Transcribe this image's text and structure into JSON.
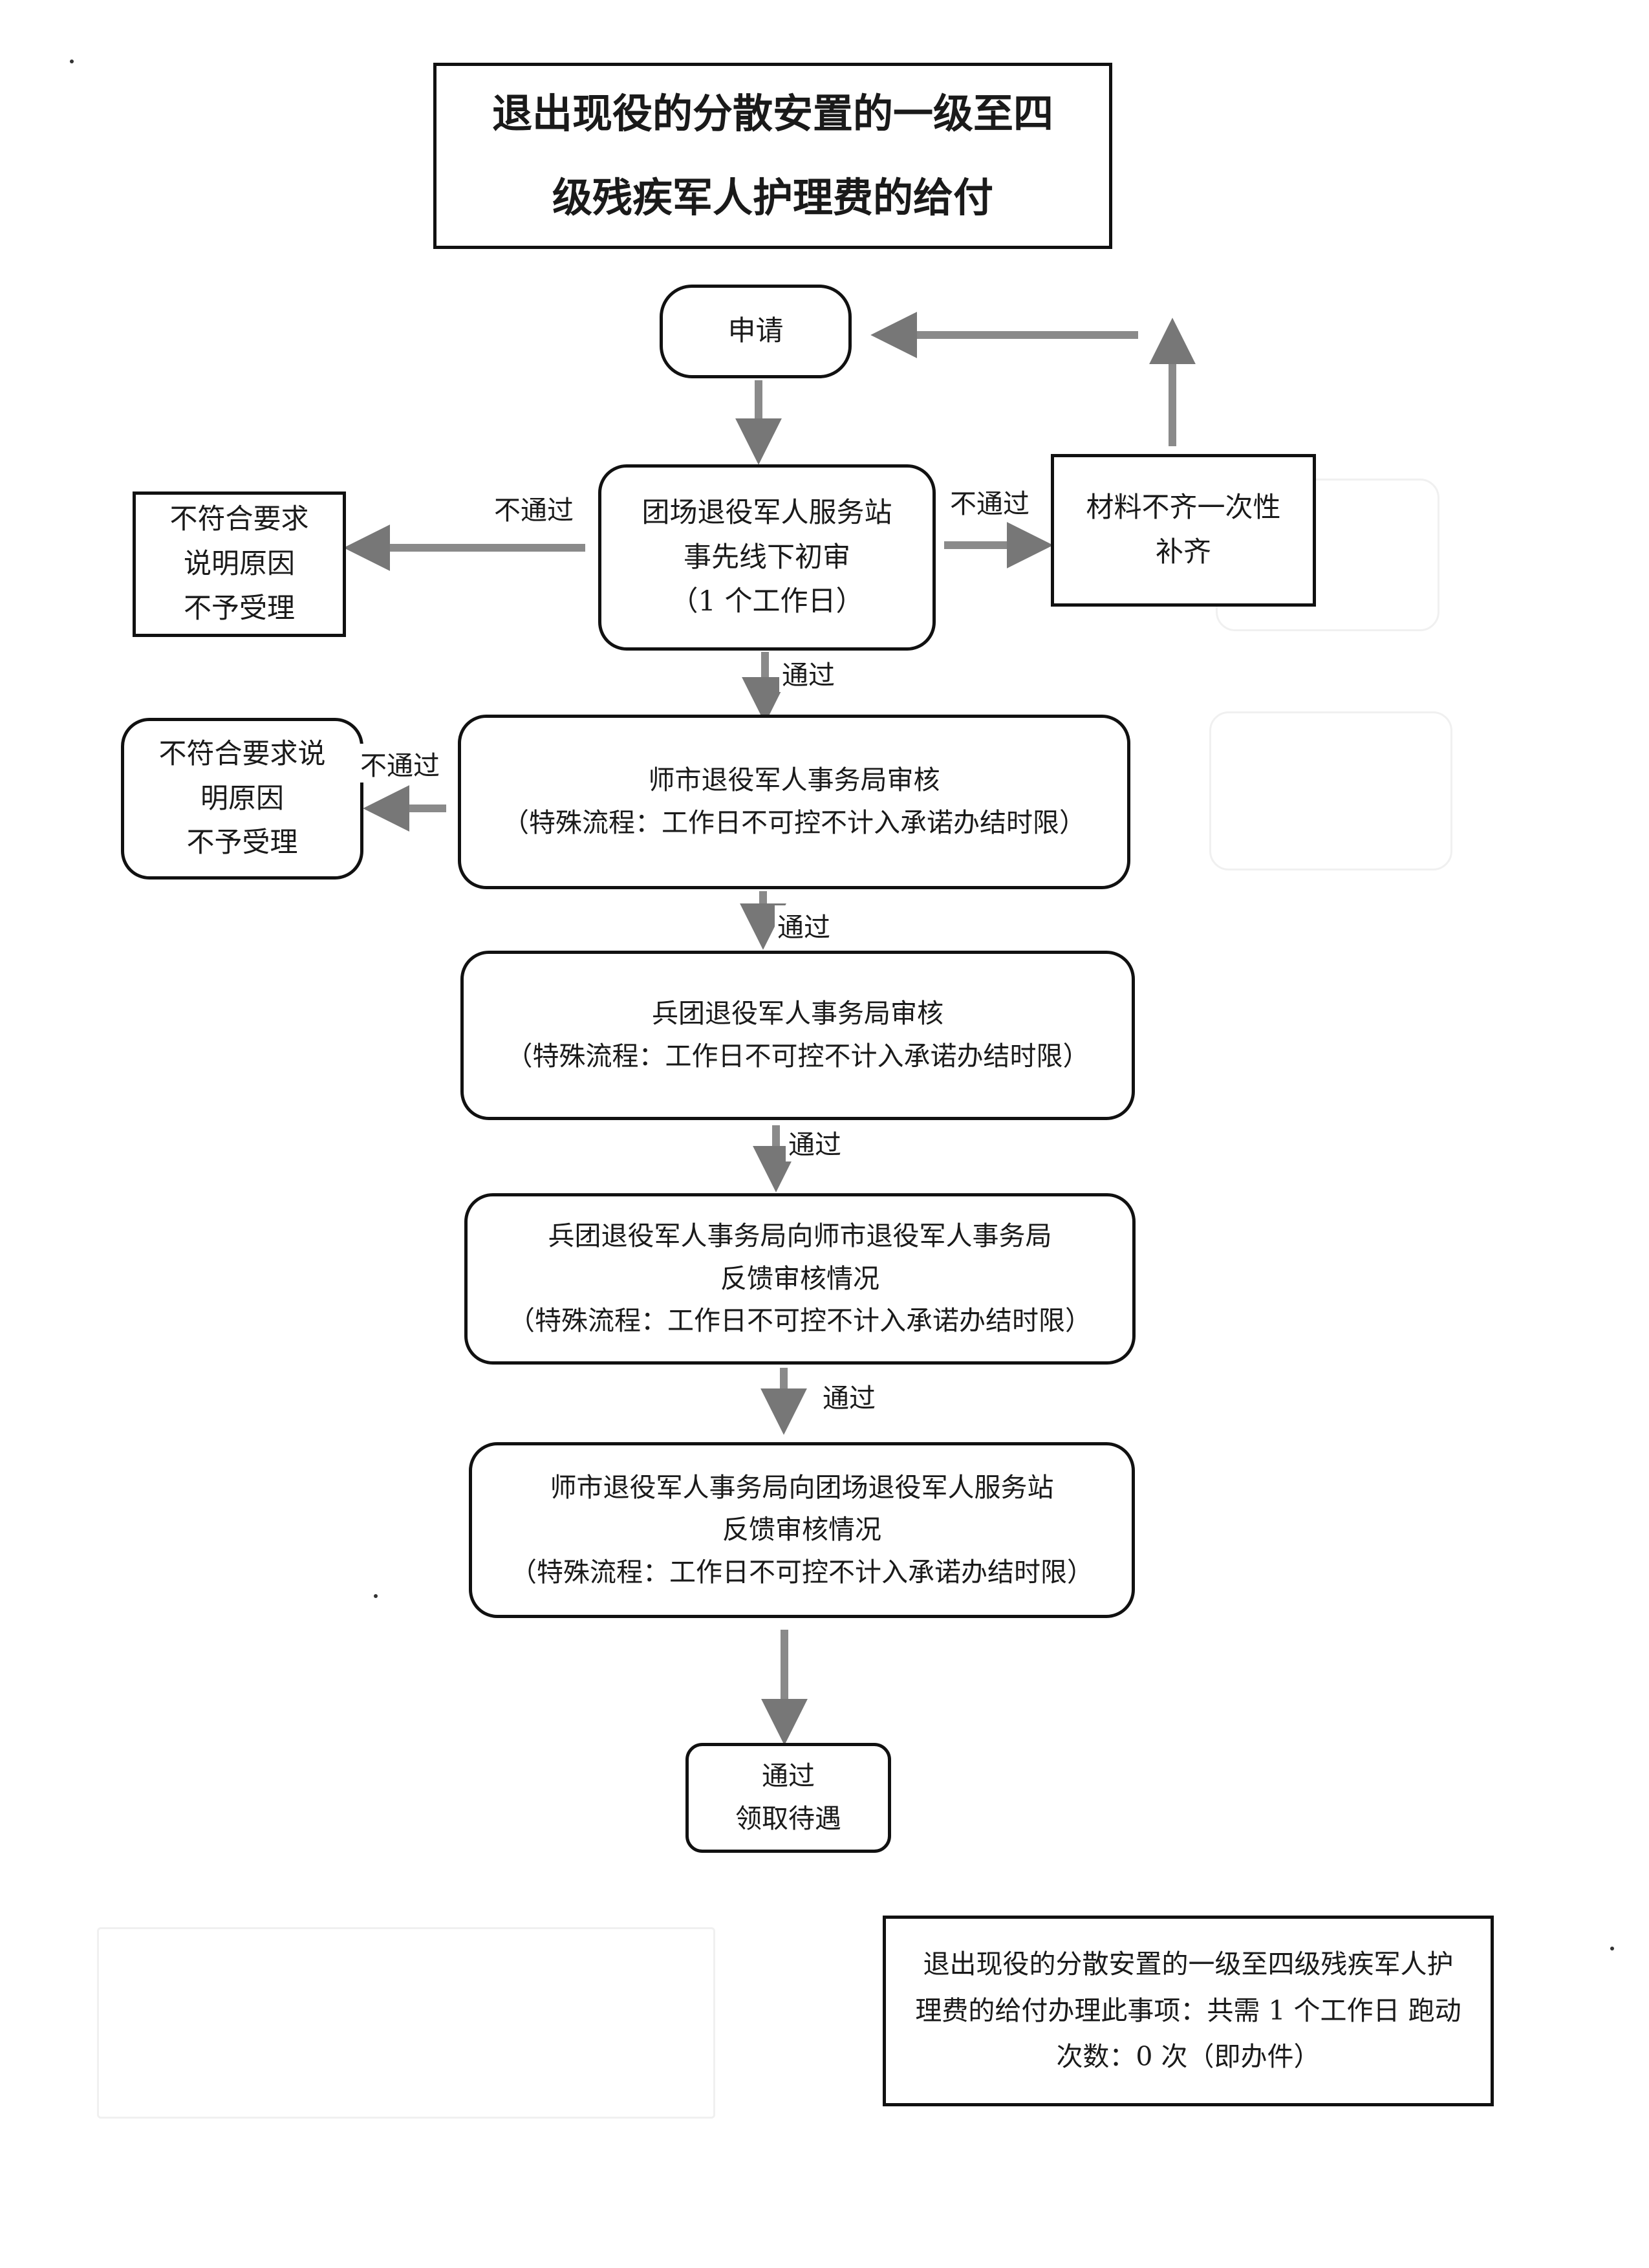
{
  "title": {
    "line1": "退出现役的分散安置的一级至四",
    "line2": "级残疾军人护理费的给付"
  },
  "nodes": {
    "apply": {
      "text": "申请"
    },
    "regiment_review": {
      "line1": "团场退役军人服务站",
      "line2": "事先线下初审",
      "line3": "（1 个工作日）"
    },
    "materials": {
      "line1": "材料不齐一次性",
      "line2": "补齐"
    },
    "reject_1": {
      "line1": "不符合要求",
      "line2": "说明原因",
      "line3": "不予受理"
    },
    "reject_2": {
      "line1": "不符合要求说",
      "line2": "明原因",
      "line3": "不予受理"
    },
    "division_review": {
      "line1": "师市退役军人事务局审核",
      "line2": "（特殊流程：工作日不可控不计入承诺办结时限）"
    },
    "corps_review": {
      "line1": "兵团退役军人事务局审核",
      "line2": "（特殊流程：工作日不可控不计入承诺办结时限）"
    },
    "corps_feedback": {
      "line1": "兵团退役军人事务局向师市退役军人事务局",
      "line2": "反馈审核情况",
      "line3": "（特殊流程：工作日不可控不计入承诺办结时限）"
    },
    "division_feedback": {
      "line1": "师市退役军人事务局向团场退役军人服务站",
      "line2": "反馈审核情况",
      "line3": "（特殊流程：工作日不可控不计入承诺办结时限）"
    },
    "receive": {
      "line1": "通过",
      "line2": "领取待遇"
    }
  },
  "edge_labels": {
    "fail_left_1": "不通过",
    "fail_right_1": "不通过",
    "fail_left_2": "不通过",
    "pass_1": "通过",
    "pass_2": "通过",
    "pass_3": "通过",
    "pass_4": "通过"
  },
  "note": {
    "line1": "退出现役的分散安置的一级至四级残疾军人护",
    "line2": "理费的给付办理此事项：共需 1 个工作日  跑动",
    "line3": "次数：0 次（即办件）"
  }
}
